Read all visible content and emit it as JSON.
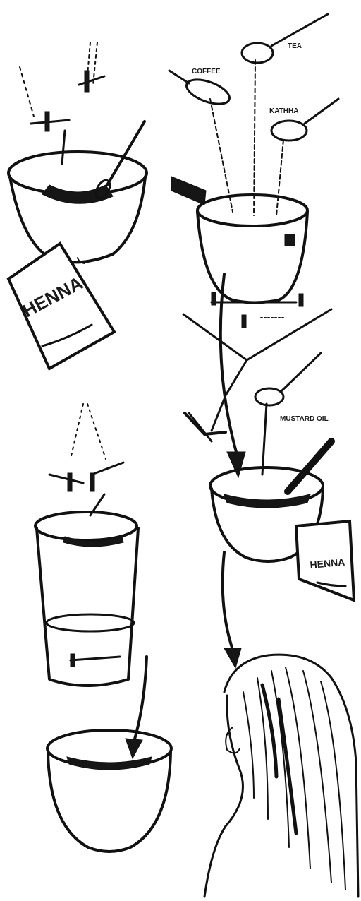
{
  "labels": {
    "coffee": "COFFEE",
    "tea": "TEA",
    "katha": "KATHHA",
    "henna_packet_1": "HENNA",
    "mustard_oil": "MUSTARD OIL",
    "henna_packet_2": "HENNA"
  },
  "colors": {
    "ink": "#111111",
    "paper": "#ffffff"
  }
}
